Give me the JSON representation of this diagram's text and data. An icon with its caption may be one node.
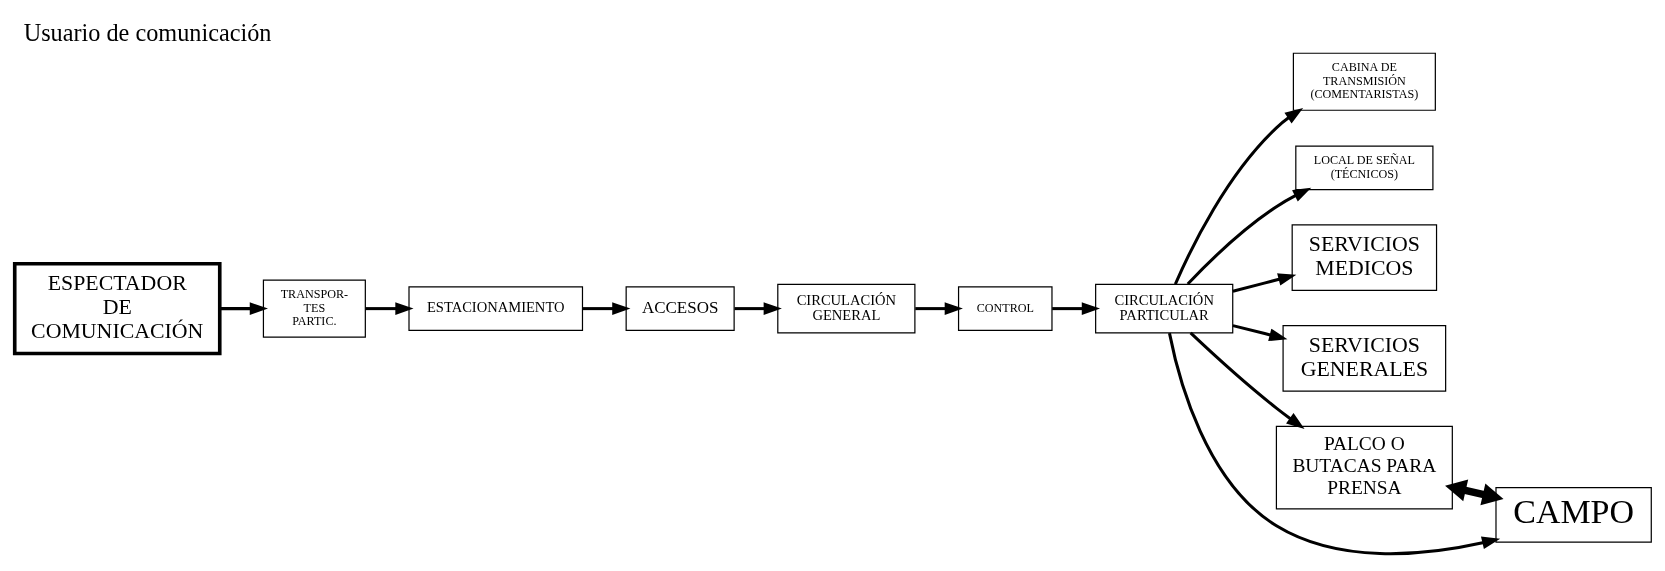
{
  "diagram": {
    "title": "Usuario de comunicación",
    "nodes": [
      {
        "text": [
          "ESPECTADOR DE COMUNICACIÓN"
        ]
      },
      {
        "text": [
          "TRANSPOR- TES PARTIC."
        ]
      },
      {
        "text": [
          "ESTACIONAMIENTO"
        ]
      },
      {
        "text": [
          "ACCESOS"
        ]
      },
      {
        "text": [
          "CIRCULACIÓN GENERAL"
        ]
      },
      {
        "text": [
          "CONTROL"
        ]
      },
      {
        "text": [
          "CIRCULACIÓN PARTICULAR"
        ]
      },
      {
        "text": [
          "CABINA DE TRANSMISIÓN (COMENTARISTAS)"
        ]
      },
      {
        "text": [
          "LOCAL DE SEÑAL (TÉCNICOS)"
        ]
      },
      {
        "text": [
          "SERVICIOS MEDICOS"
        ]
      },
      {
        "text": [
          "SERVICIOS GENERALES"
        ]
      },
      {
        "text": [
          "PALCO O BUTACAS PARA PRENSA"
        ]
      },
      {
        "text": [
          "CAMPO"
        ]
      }
    ],
    "edges": [
      {
        "from": 0,
        "to": 1,
        "arrow": "to"
      },
      {
        "from": 1,
        "to": 2,
        "arrow": "to"
      },
      {
        "from": 2,
        "to": 3,
        "arrow": "to"
      },
      {
        "from": 3,
        "to": 4,
        "arrow": "to"
      },
      {
        "from": 4,
        "to": 5,
        "arrow": "to"
      },
      {
        "from": 5,
        "to": 6,
        "arrow": "to"
      },
      {
        "from": 6,
        "to": 7,
        "arrow": "to"
      },
      {
        "from": 6,
        "to": 8,
        "arrow": "to"
      },
      {
        "from": 6,
        "to": 12,
        "arrow": "to"
      },
      {
        "from": 6,
        "to": 11,
        "arrow": "to"
      },
      {
        "from": 6,
        "to": 9,
        "arrow": "to"
      },
      {
        "from": 6,
        "to": 10,
        "arrow": "to"
      },
      {
        "from": 11,
        "to": 12,
        "arrow": "both",
        "style": "thick"
      }
    ]
  }
}
